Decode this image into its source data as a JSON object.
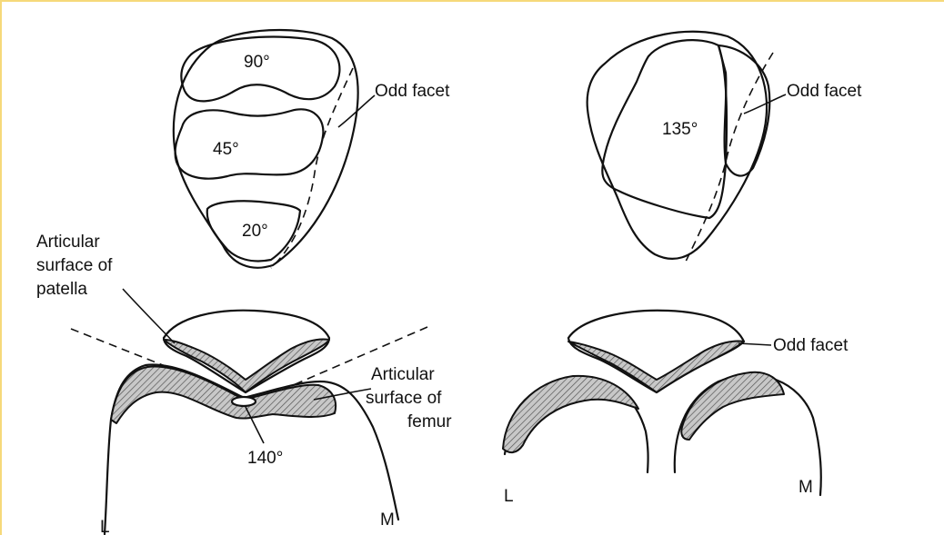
{
  "top_left": {
    "angle_upper": "90°",
    "angle_middle": "45°",
    "angle_lower": "20°",
    "odd_facet_label": "Odd facet"
  },
  "top_right": {
    "angle_central": "135°",
    "odd_facet_label": "Odd facet"
  },
  "bottom_left": {
    "patella_label_line1": "Articular",
    "patella_label_line2": "surface of",
    "patella_label_line3": "patella",
    "femur_label_line1": "Articular",
    "femur_label_line2": "surface of",
    "femur_label_line3": "femur",
    "angle": "140°",
    "lateral_marker": "L",
    "medial_marker": "M"
  },
  "bottom_right": {
    "odd_facet_label": "Odd facet",
    "lateral_marker": "L",
    "medial_marker": "M"
  },
  "colors": {
    "border_accent": "#f6d97a",
    "line": "#111111",
    "hatch_fill": "#bdbdbd"
  }
}
